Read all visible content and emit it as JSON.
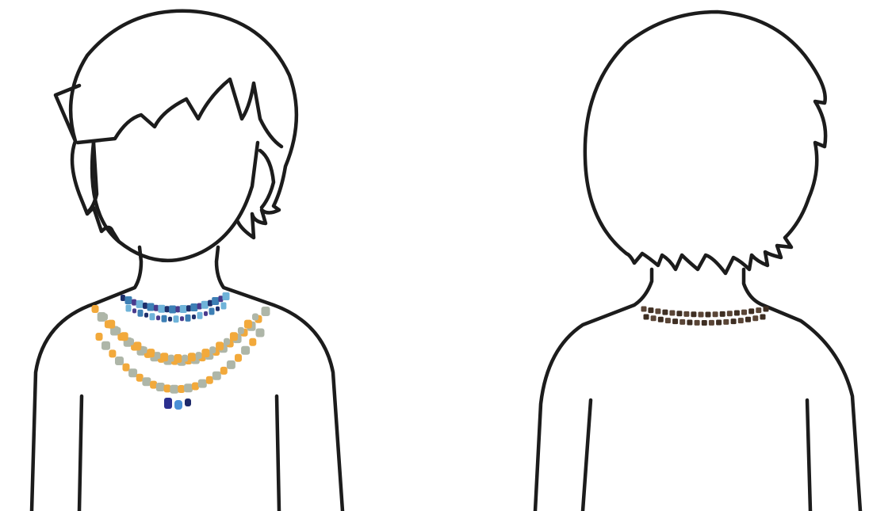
{
  "figures": [
    {
      "id": "front-view",
      "necklaces": [
        {
          "strand": "inner",
          "colors": [
            "#1e2f6b",
            "#3d7fb5",
            "#4a3a8c",
            "#6fb3d9"
          ]
        },
        {
          "strand": "upper",
          "colors": [
            "#f2a93b",
            "#aeb6a8"
          ]
        },
        {
          "strand": "middle",
          "colors": [
            "#f2a93b",
            "#aeb6a8"
          ]
        },
        {
          "strand": "lower",
          "colors": [
            "#f2a93b",
            "#aeb6a8"
          ]
        },
        {
          "strand": "pendant",
          "colors": [
            "#2b2f8f",
            "#4a90d6",
            "#1e2a6b"
          ]
        }
      ]
    },
    {
      "id": "back-view",
      "necklaces": [
        {
          "strand": "choker",
          "colors": [
            "#5a4536",
            "#3e2e22"
          ]
        }
      ]
    }
  ],
  "colors": {
    "outline": "#1c1c1c",
    "background": "#ffffff"
  }
}
